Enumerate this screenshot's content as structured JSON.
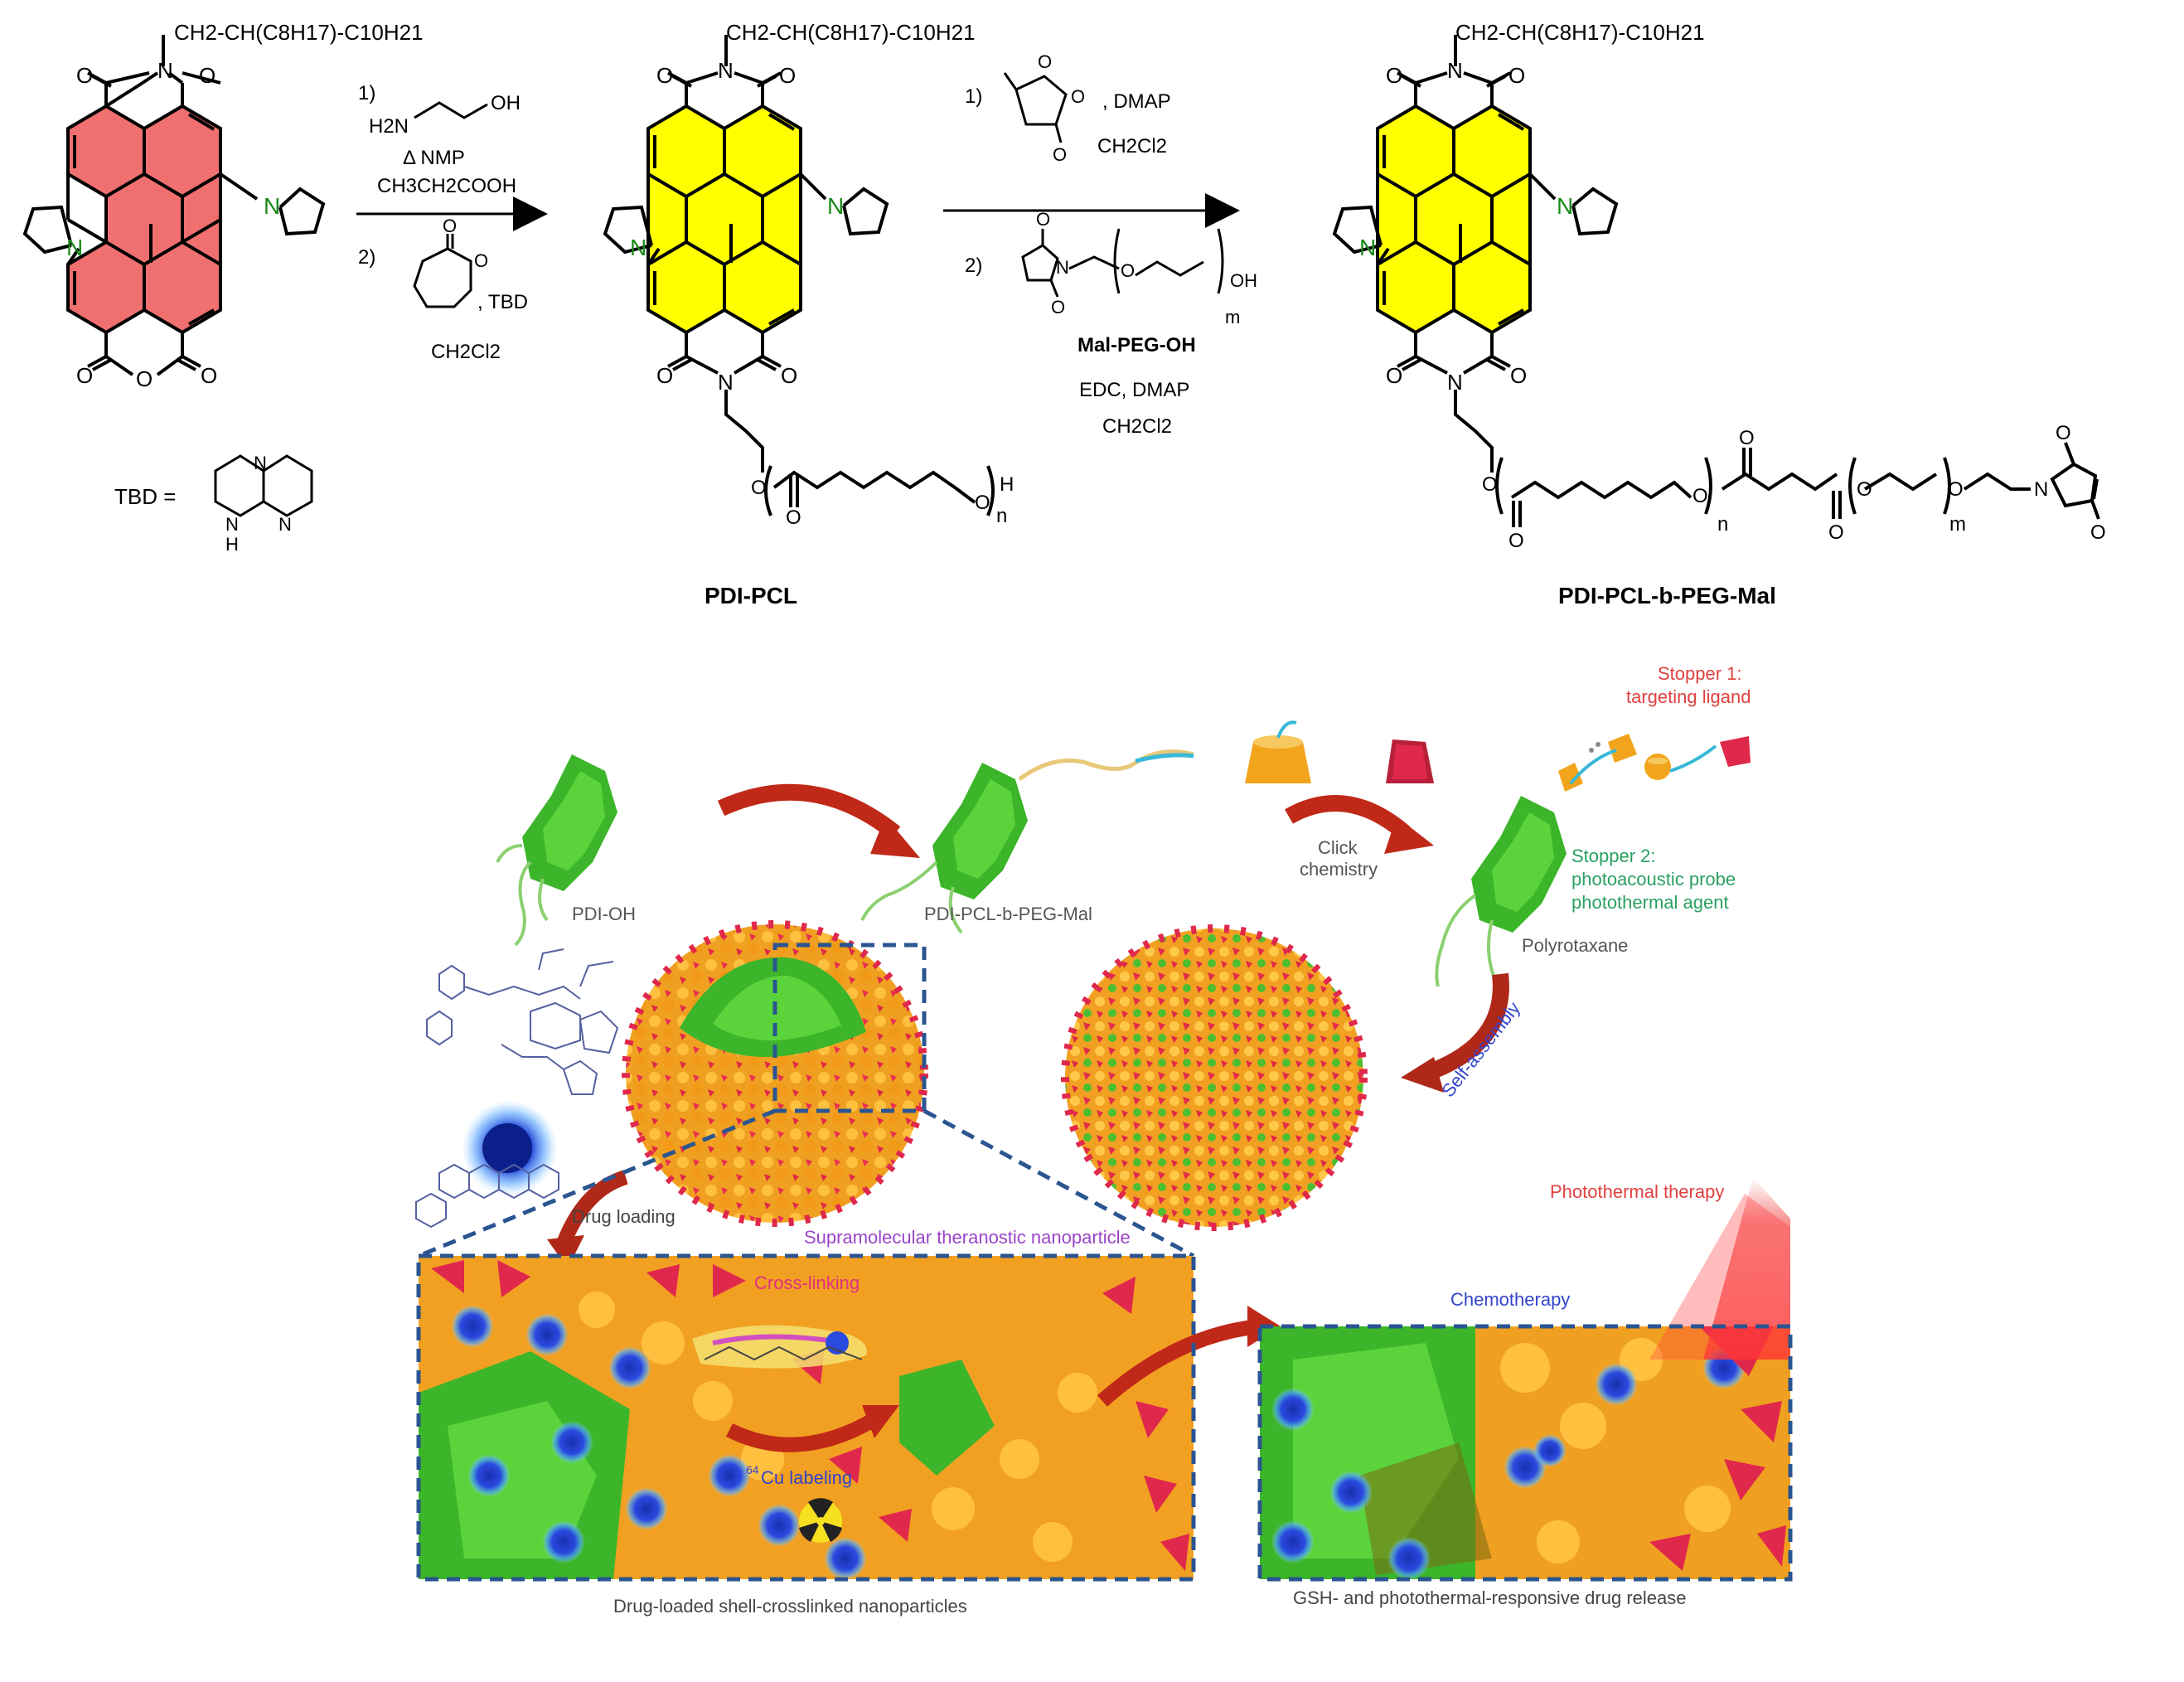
{
  "scheme": {
    "start": {
      "alkyl": "CH2-CH(C8H17)-C10H21",
      "N_top": "N",
      "O_labels": [
        "O",
        "O",
        "O",
        "O",
        "O"
      ],
      "N_left": "N",
      "N_right": "N"
    },
    "step1": {
      "num1": "1)",
      "reagent_oh": "OH",
      "reagent_h2n": "H2N",
      "line1": "Δ NMP",
      "line2": "CH3CH2COOH",
      "num2": "2)",
      "reagent2": ", TBD",
      "solvent": "CH2Cl2"
    },
    "tbd_label": "TBD =",
    "tbd_n": "N",
    "tbd_nh": "N\nH",
    "pdi_pcl": {
      "name": "PDI-PCL",
      "h": "H",
      "n": "n"
    },
    "step2": {
      "num1": "1)",
      "reagent1": ", DMAP",
      "solvent1": "CH2Cl2",
      "num2": "2)",
      "oh": "OH",
      "m": "m",
      "reagent_name": "Mal-PEG-OH",
      "line2": "EDC, DMAP",
      "solvent2": "CH2Cl2"
    },
    "product": {
      "name": "PDI-PCL-b-PEG-Mal",
      "n": "n",
      "m": "m"
    }
  },
  "illustration": {
    "pdi_oh": "PDI-OH",
    "pdi_pcl_peg": "PDI-PCL-b-PEG-Mal",
    "click": "Click\nchemistry",
    "stopper1_line1": "Stopper 1:",
    "stopper1_line2": "targeting ligand",
    "stopper2_line1": "Stopper 2:",
    "stopper2_line2": "photoacoustic probe",
    "stopper2_line3": "photothermal agent",
    "polyrotaxane": "Polyrotaxane",
    "self_assembly": "Self-assembly",
    "drug_loading": "Drug loading",
    "supramolecular": "Supramolecular theranostic nanoparticle",
    "cross_linking": "Cross-linking",
    "cu_labeling": "Cu labeling",
    "cu_sup": "64",
    "photothermal": "Photothermal therapy",
    "chemotherapy": "Chemotherapy",
    "caption_left": "Drug-loaded shell-crosslinked nanoparticles",
    "caption_right": "GSH- and photothermal-responsive drug release"
  },
  "colors": {
    "red_core": "#f07070",
    "yellow_core": "#ffff00",
    "nitrogen_green": "#1a8a1a",
    "green_pdi": "#3cb52a",
    "orange_ring": "#f2a51c",
    "red_stopper": "#e0284c",
    "blue_drug": "#2244cc",
    "dash_blue": "#2a5590",
    "arrow_red": "#c02818",
    "label_red": "#e04040",
    "label_green": "#2aa060",
    "label_purple": "#9b44c8",
    "label_blue": "#3344cc"
  }
}
